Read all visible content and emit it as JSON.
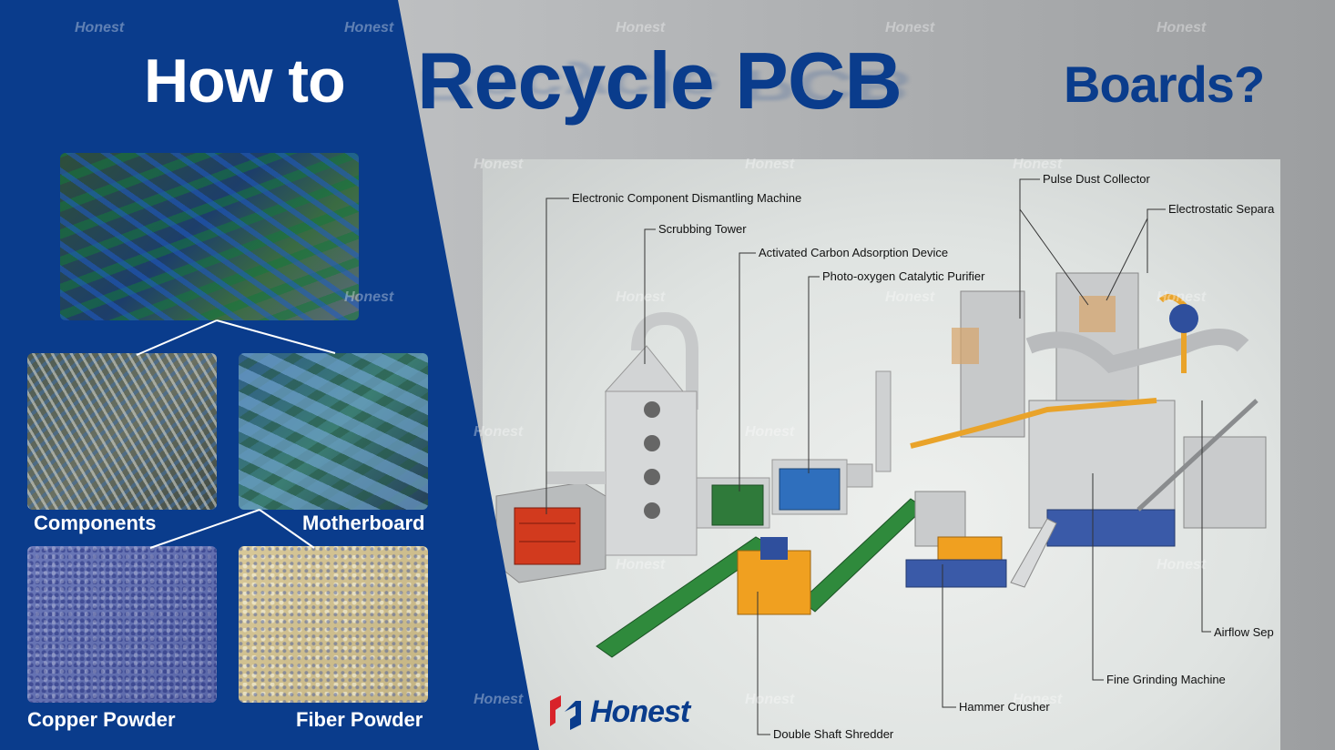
{
  "title": {
    "part1": "How to",
    "part2": "Recycle PCB",
    "part3": "Boards?"
  },
  "photos": {
    "components": "Components",
    "motherboard": "Motherboard",
    "copper_powder": "Copper Powder",
    "fiber_powder": "Fiber Powder"
  },
  "brand": {
    "logo_text": "Honest",
    "watermark": "Honest"
  },
  "equipment_labels": {
    "electronic_component_dismantling": "Electronic Component Dismantling Machine",
    "scrubbing_tower": "Scrubbing Tower",
    "activated_carbon": "Activated Carbon Adsorption Device",
    "photo_oxygen": "Photo-oxygen Catalytic Purifier",
    "pulse_dust": "Pulse Dust Collector",
    "electrostatic": "Electrostatic Separa",
    "airflow": "Airflow Sep",
    "fine_grinding": "Fine Grinding Machine",
    "hammer_crusher": "Hammer Crusher",
    "double_shaft": "Double Shaft Shredder"
  },
  "colors": {
    "brand_blue": "#0a3c8c",
    "conveyor_green": "#2f8a3c",
    "machine_orange": "#f0a020",
    "machine_red": "#d23a1e"
  }
}
